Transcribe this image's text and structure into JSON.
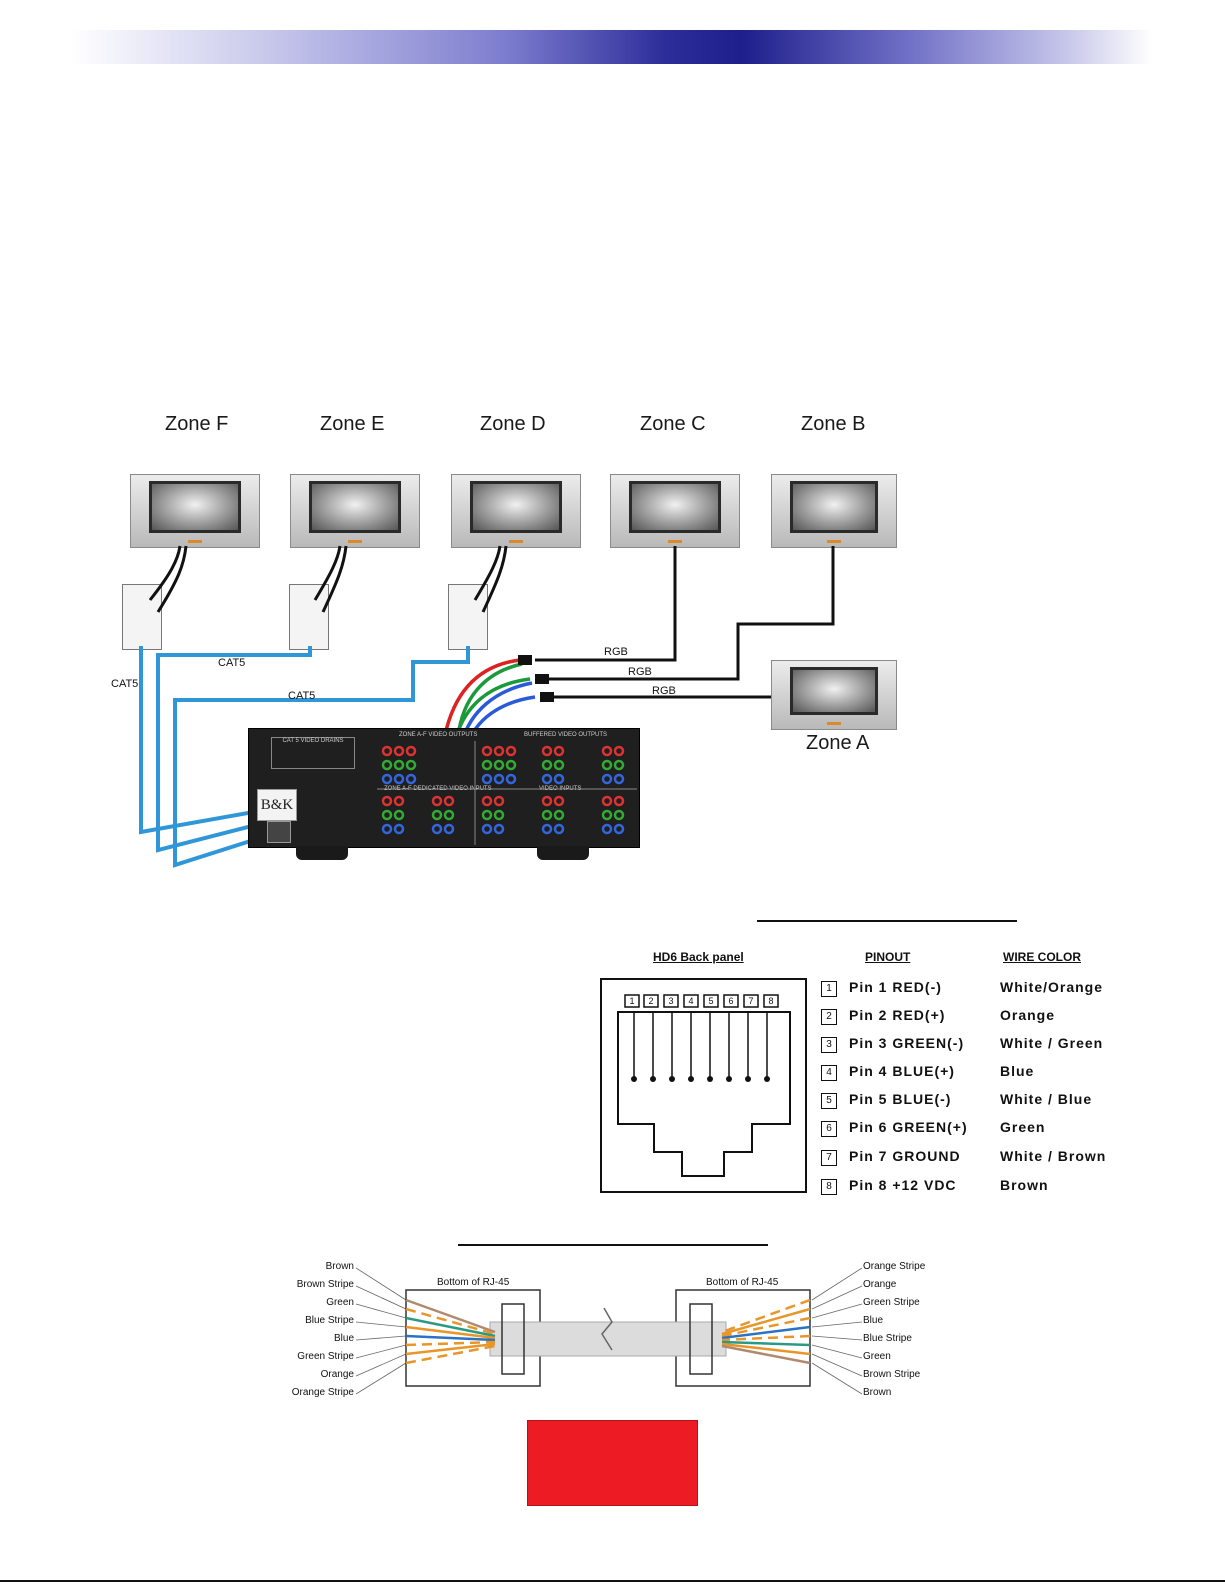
{
  "zones": {
    "f": "Zone F",
    "e": "Zone E",
    "d": "Zone D",
    "c": "Zone C",
    "b": "Zone B",
    "a": "Zone A"
  },
  "cables": {
    "cat5_1": "CAT5",
    "cat5_2": "CAT5",
    "cat5_3": "CAT5",
    "rgb_1": "RGB",
    "rgb_2": "RGB",
    "rgb_3": "RGB"
  },
  "amplifier": {
    "brand": "B&K",
    "panel_title_outputs": "ZONE A-F VIDEO OUTPUTS",
    "panel_title_buffered": "BUFFERED VIDEO OUTPUTS",
    "panel_title_drains": "CAT 5 VIDEO DRAINS",
    "panel_title_dedicated": "ZONE A-F DEDICATED VIDEO INPUTS",
    "panel_title_inputs": "VIDEO INPUTS"
  },
  "pinout": {
    "panel_label": "HD6 Back panel",
    "pinout_header": "PINOUT",
    "wire_header": "WIRE COLOR",
    "pins": [
      {
        "num": "1",
        "label": "Pin 1 RED(-)",
        "color": "White/Orange"
      },
      {
        "num": "2",
        "label": "Pin 2 RED(+)",
        "color": "Orange"
      },
      {
        "num": "3",
        "label": "Pin 3 GREEN(-)",
        "color": "White / Green"
      },
      {
        "num": "4",
        "label": "Pin 4 BLUE(+)",
        "color": "Blue"
      },
      {
        "num": "5",
        "label": "Pin 5 BLUE(-)",
        "color": "White / Blue"
      },
      {
        "num": "6",
        "label": "Pin 6 GREEN(+)",
        "color": "Green"
      },
      {
        "num": "7",
        "label": "Pin 7 GROUND",
        "color": "White / Brown"
      },
      {
        "num": "8",
        "label": "Pin 8 +12 VDC",
        "color": "Brown"
      }
    ]
  },
  "cable_diagram": {
    "left_title": "Bottom of RJ-45",
    "right_title": "Bottom of RJ-45",
    "left_labels": [
      "Brown",
      "Brown Stripe",
      "Green",
      "Blue Stripe",
      "Blue",
      "Green Stripe",
      "Orange",
      "Orange Stripe"
    ],
    "right_labels": [
      "Orange Stripe",
      "Orange",
      "Green Stripe",
      "Blue",
      "Blue Stripe",
      "Green",
      "Brown Stripe",
      "Brown"
    ],
    "left_colors": [
      "#b08a6e",
      "#e8962a",
      "#2a9a86",
      "#e8962a",
      "#2a73c4",
      "#e8962a",
      "#e8962a",
      "#e8962a"
    ],
    "right_colors": [
      "#e8962a",
      "#e8962a",
      "#e8962a",
      "#2a73c4",
      "#e8962a",
      "#2a9a86",
      "#e8962a",
      "#b08a6e"
    ]
  },
  "colors": {
    "cat5_cable": "#2f97d8",
    "red_box": "#ed1c24"
  }
}
